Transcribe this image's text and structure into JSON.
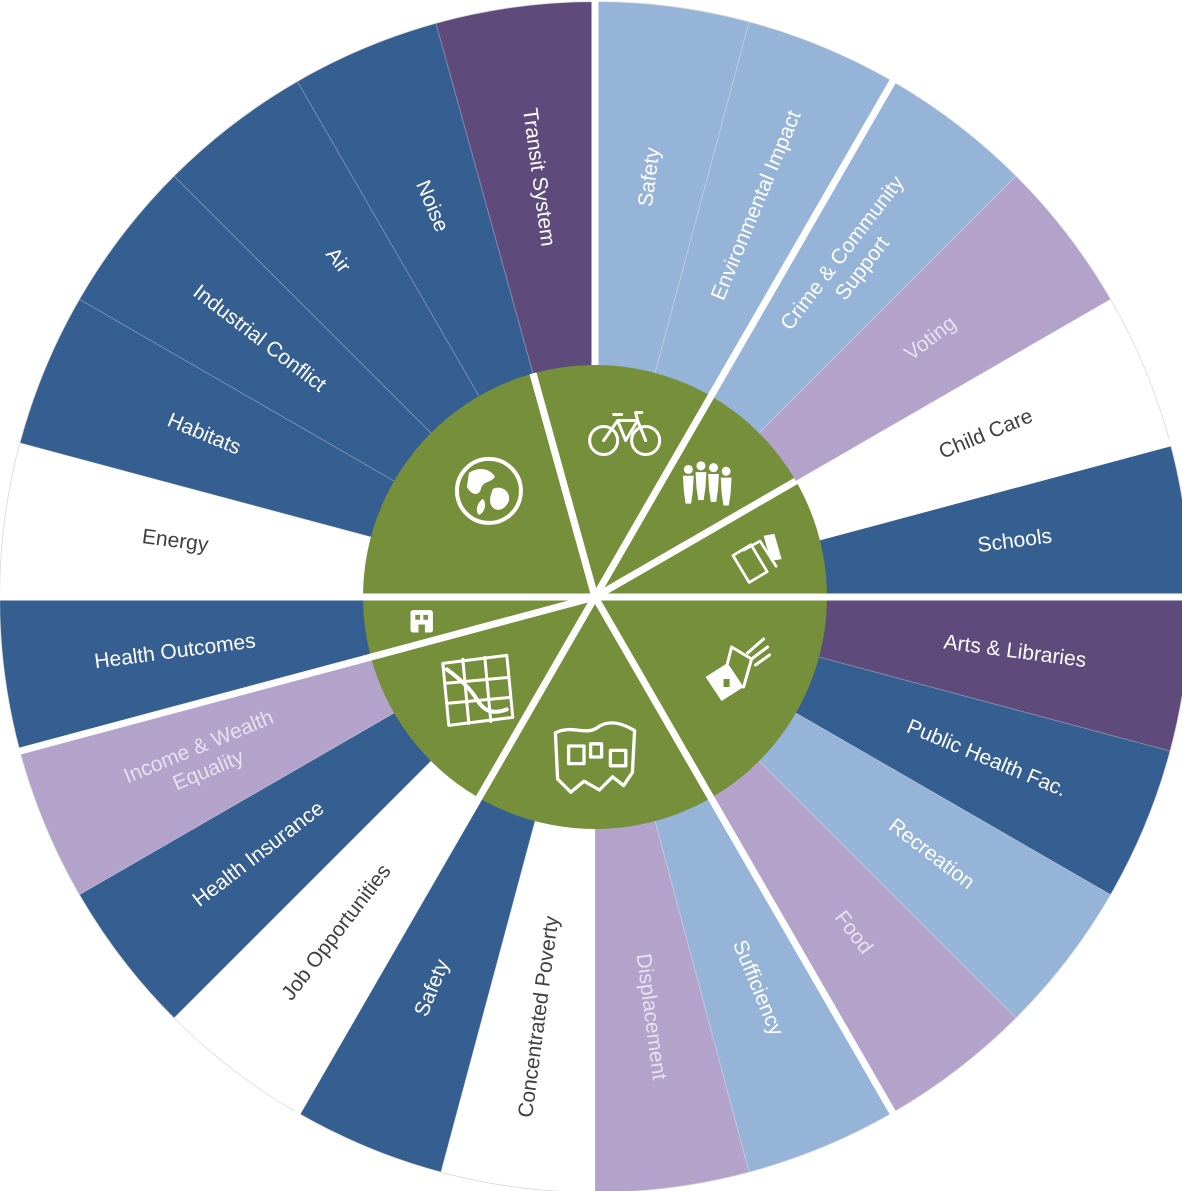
{
  "colors": {
    "dark_blue": "#355e91",
    "light_blue": "#95b4d8",
    "purple": "#5f4a7c",
    "lavender": "#b3a2c9",
    "white": "#ffffff",
    "hub_green": "#768f3a",
    "label_light": "#ffffff",
    "label_dark": "#404040",
    "label_lavender_text": "#e8e0f0"
  },
  "hub_icons": [
    {
      "name": "globe-icon"
    },
    {
      "name": "bicycle-icon"
    },
    {
      "name": "people-group-icon"
    },
    {
      "name": "books-icon"
    },
    {
      "name": "civic-buildings-icon"
    },
    {
      "name": "housing-icon"
    },
    {
      "name": "street-map-icon"
    },
    {
      "name": "small-building-icon"
    }
  ],
  "segments": [
    {
      "label": "Transit System",
      "color": "purple"
    },
    {
      "label": "Safety",
      "color": "light_blue"
    },
    {
      "label": "Environmental Impact",
      "color": "light_blue"
    },
    {
      "label": "Crime & Community Support",
      "color": "light_blue"
    },
    {
      "label": "Voting",
      "color": "lavender"
    },
    {
      "label": "Child Care",
      "color": "white"
    },
    {
      "label": "Schools",
      "color": "dark_blue"
    },
    {
      "label": "Arts & Libraries",
      "color": "purple"
    },
    {
      "label": "Public Health Fac.",
      "color": "dark_blue"
    },
    {
      "label": "Recreation",
      "color": "light_blue"
    },
    {
      "label": "Food",
      "color": "lavender"
    },
    {
      "label": "Sufficiency",
      "color": "light_blue"
    },
    {
      "label": "Displacement",
      "color": "lavender"
    },
    {
      "label": "Concentrated Poverty",
      "color": "white"
    },
    {
      "label": "Safety",
      "color": "dark_blue"
    },
    {
      "label": "Job Opportunities",
      "color": "white"
    },
    {
      "label": "Health Insurance",
      "color": "dark_blue"
    },
    {
      "label": "Income & Wealth Equality",
      "color": "lavender"
    },
    {
      "label": "Health Outcomes",
      "color": "dark_blue"
    },
    {
      "label": "Energy",
      "color": "white"
    },
    {
      "label": "Habitats",
      "color": "dark_blue"
    },
    {
      "label": "Industrial Conflict",
      "color": "dark_blue"
    },
    {
      "label": "Air",
      "color": "dark_blue"
    },
    {
      "label": "Noise",
      "color": "dark_blue"
    }
  ]
}
